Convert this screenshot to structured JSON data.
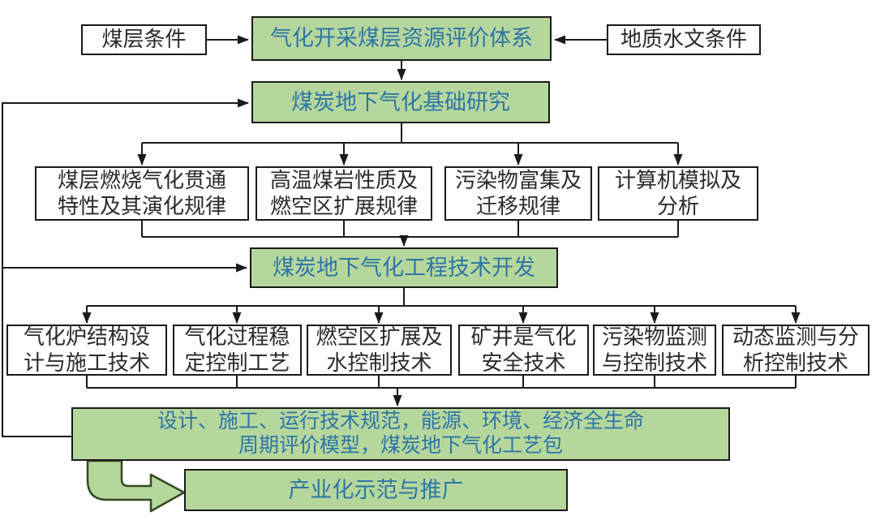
{
  "flowchart": {
    "inputs": {
      "coal_seam": "煤层条件",
      "geology": "地质水文条件"
    },
    "evaluation_system": "气化开采煤层资源评价体系",
    "basic_research": "煤炭地下气化基础研究",
    "research_topics": [
      "煤层燃烧气化贯通\n特性及其演化规律",
      "高温煤岩性质及\n燃空区扩展规律",
      "污染物富集及\n迁移规律",
      "计算机模拟及\n分析"
    ],
    "tech_development": "煤炭地下气化工程技术开发",
    "technologies": [
      "气化炉结构设\n计与施工技术",
      "气化过程稳\n定控制工艺",
      "燃空区扩展及\n水控制技术",
      "矿井是气化\n安全技术",
      "污染物监测\n与控制技术",
      "动态监测与分\n析控制技术"
    ],
    "package": "设计、施工、运行技术规范，能源、环境、经济全生命\n周期评价模型，煤炭地下气化工艺包",
    "industrialization": "产业化示范与推广"
  },
  "colors": {
    "green_fill": "#b6d79c",
    "green_text": "#2e76a8",
    "border": "#1a1a1a",
    "line": "#1a1a1a",
    "arrow_outline": "#33491f"
  }
}
